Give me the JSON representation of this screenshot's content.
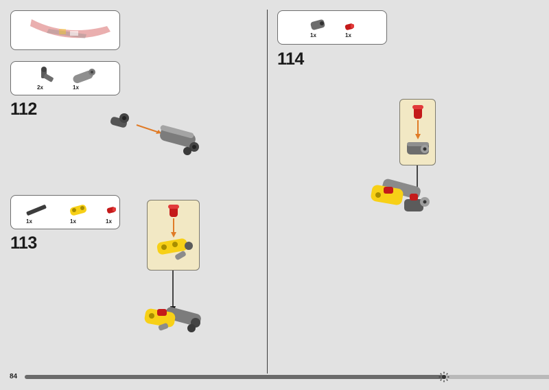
{
  "page_number": "84",
  "progress": 0.8,
  "colors": {
    "yellow": "#f7d017",
    "red": "#c41a1a",
    "dark_grey": "#5b5b5b",
    "light_grey": "#9a9a9a",
    "orange_arrow": "#e07b26",
    "callout_bg": "#f2e8c4"
  },
  "prev_step": {
    "preview_icon": "red-panel-assembly-icon"
  },
  "step112": {
    "number": "112",
    "parts": [
      {
        "icon": "axle-connector-icon",
        "qty": "2x"
      },
      {
        "icon": "pin-connector-tube-icon",
        "qty": "1x"
      }
    ]
  },
  "step113": {
    "number": "113",
    "parts": [
      {
        "icon": "black-axle-icon",
        "qty": "1x"
      },
      {
        "icon": "yellow-connector-icon",
        "qty": "1x"
      },
      {
        "icon": "red-pin-icon",
        "qty": "1x"
      }
    ]
  },
  "step114": {
    "number": "114",
    "parts": [
      {
        "icon": "grey-connector-icon",
        "qty": "1x"
      },
      {
        "icon": "red-pin-icon",
        "qty": "1x"
      }
    ]
  }
}
